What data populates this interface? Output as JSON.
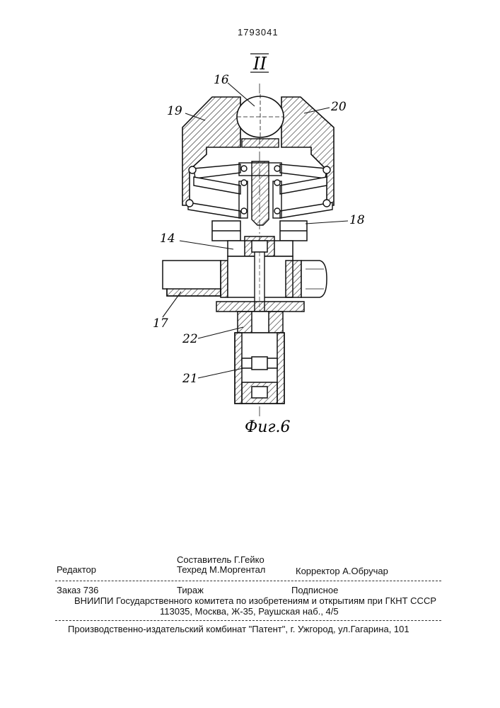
{
  "patent_number": "1793041",
  "view_label": "II",
  "figure_label": "Фиг.6",
  "callouts": {
    "c16": "16",
    "c19": "19",
    "c20": "20",
    "c18": "18",
    "c14": "14",
    "c17": "17",
    "c22": "22",
    "c21": "21"
  },
  "imprint": {
    "editor_label": "Редактор",
    "compiler": "Составитель   Г.Гейко",
    "techred": "Техред М.Моргентал",
    "corrector": "Корректор  А.Обручар",
    "order": "Заказ  736",
    "circulation": "Тираж",
    "subscription": "Подписное",
    "org": "ВНИИПИ Государственного комитета по изобретениям и открытиям при ГКНТ СССР",
    "address": "113035, Москва, Ж-35, Раушская наб., 4/5",
    "publisher": "Производственно-издательский комбинат \"Патент\", г. Ужгород, ул.Гагарина, 101"
  }
}
